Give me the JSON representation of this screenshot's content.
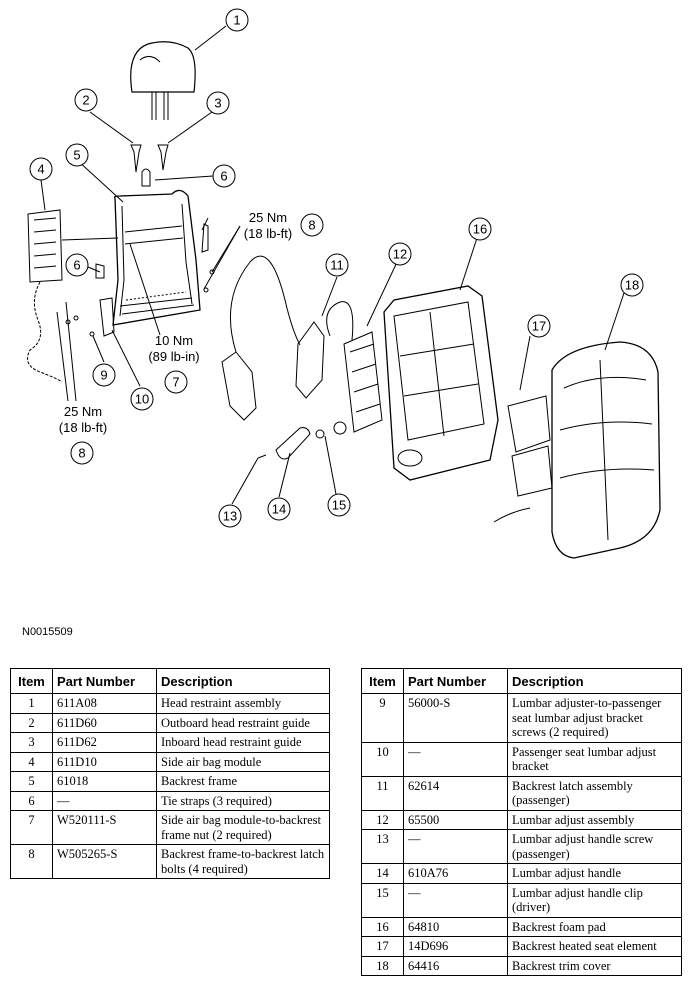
{
  "figure_id": "N0015509",
  "callouts": [
    "1",
    "2",
    "3",
    "4",
    "5",
    "6",
    "6",
    "8",
    "8",
    "9",
    "10",
    "7",
    "11",
    "12",
    "13",
    "14",
    "15",
    "16",
    "17",
    "18"
  ],
  "torque_labels": {
    "top_right": {
      "value": "25 Nm",
      "alt": "(18 lb-ft)"
    },
    "middle": {
      "value": "10 Nm",
      "alt": "(89 lb-in)"
    },
    "bottom_left": {
      "value": "25 Nm",
      "alt": "(18 lb-ft)"
    }
  },
  "table_headers": {
    "item": "Item",
    "part_number": "Part Number",
    "description": "Description"
  },
  "parts_left": [
    {
      "item": "1",
      "part": "611A08",
      "desc": "Head restraint assembly"
    },
    {
      "item": "2",
      "part": "611D60",
      "desc": "Outboard head restraint guide"
    },
    {
      "item": "3",
      "part": "611D62",
      "desc": "Inboard head restraint guide"
    },
    {
      "item": "4",
      "part": "611D10",
      "desc": "Side air bag module"
    },
    {
      "item": "5",
      "part": "61018",
      "desc": "Backrest frame"
    },
    {
      "item": "6",
      "part": "—",
      "desc": "Tie straps (3 required)"
    },
    {
      "item": "7",
      "part": "W520111-S",
      "desc": "Side air bag module-to-backrest frame nut (2 required)"
    },
    {
      "item": "8",
      "part": "W505265-S",
      "desc": "Backrest frame-to-backrest latch bolts (4 required)"
    }
  ],
  "parts_right": [
    {
      "item": "9",
      "part": "56000-S",
      "desc": "Lumbar adjuster-to-passenger seat lumbar adjust bracket screws (2 required)"
    },
    {
      "item": "10",
      "part": "—",
      "desc": "Passenger seat lumbar adjust bracket"
    },
    {
      "item": "11",
      "part": "62614",
      "desc": "Backrest latch assembly (passenger)"
    },
    {
      "item": "12",
      "part": "65500",
      "desc": "Lumbar adjust assembly"
    },
    {
      "item": "13",
      "part": "—",
      "desc": "Lumbar adjust handle screw (passenger)"
    },
    {
      "item": "14",
      "part": "610A76",
      "desc": "Lumbar adjust handle"
    },
    {
      "item": "15",
      "part": "—",
      "desc": "Lumbar adjust handle clip (driver)"
    },
    {
      "item": "16",
      "part": "64810",
      "desc": "Backrest foam pad"
    },
    {
      "item": "17",
      "part": "14D696",
      "desc": "Backrest heated seat element"
    },
    {
      "item": "18",
      "part": "64416",
      "desc": "Backrest trim cover"
    }
  ]
}
